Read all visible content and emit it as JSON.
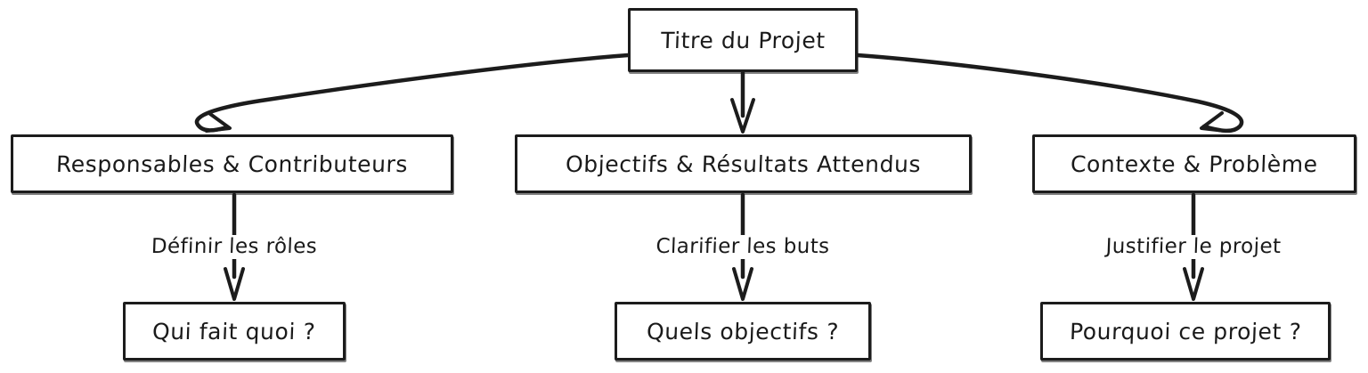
{
  "diagram": {
    "type": "flowchart",
    "direction": "top-down",
    "stroke_color": "#1c1c1c",
    "background_color": "#ffffff",
    "text_color": "#1a1a1a",
    "nodes": [
      {
        "id": "root",
        "label": "Titre du Projet"
      },
      {
        "id": "people",
        "label": "Responsables & Contributeurs"
      },
      {
        "id": "goals",
        "label": "Objectifs & Résultats Attendus"
      },
      {
        "id": "context",
        "label": "Contexte & Problème"
      },
      {
        "id": "who",
        "label": "Qui fait quoi ?"
      },
      {
        "id": "what",
        "label": "Quels objectifs ?"
      },
      {
        "id": "why",
        "label": "Pourquoi ce projet ?"
      }
    ],
    "edges": [
      {
        "from": "root",
        "to": "people",
        "label": ""
      },
      {
        "from": "root",
        "to": "goals",
        "label": ""
      },
      {
        "from": "root",
        "to": "context",
        "label": ""
      },
      {
        "from": "people",
        "to": "who",
        "label": "Définir les rôles"
      },
      {
        "from": "goals",
        "to": "what",
        "label": "Clarifier les buts"
      },
      {
        "from": "context",
        "to": "why",
        "label": "Justifier le projet"
      }
    ]
  }
}
